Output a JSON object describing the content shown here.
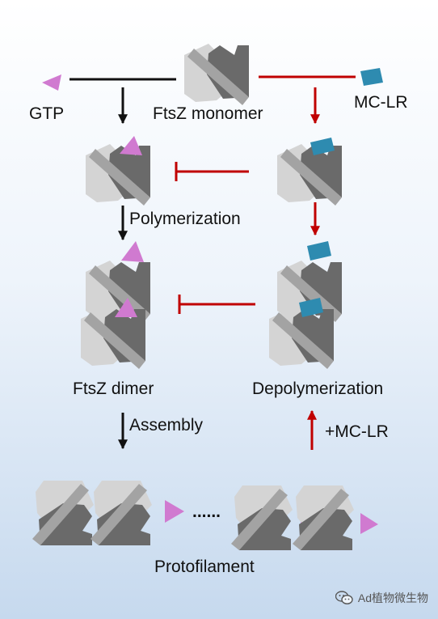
{
  "labels": {
    "gtp": "GTP",
    "ftsz_monomer": "FtsZ monomer",
    "mc_lr": "MC-LR",
    "polymerization": "Polymerization",
    "ftsz_dimer": "FtsZ dimer",
    "depolymerization": "Depolymerization",
    "assembly": "Assembly",
    "plus_mc_lr": "+MC-LR",
    "ellipsis": "......",
    "protofilament": "Protofilament"
  },
  "watermark": {
    "text": "Ad植物微生物"
  },
  "colors": {
    "gtp": "#d07ad0",
    "mc_lr": "#2e8bb0",
    "activate_arrow": "#111111",
    "inhibit_arrow": "#c00000",
    "protein_light": "#d4d4d4",
    "protein_dark": "#6a6a6a"
  }
}
